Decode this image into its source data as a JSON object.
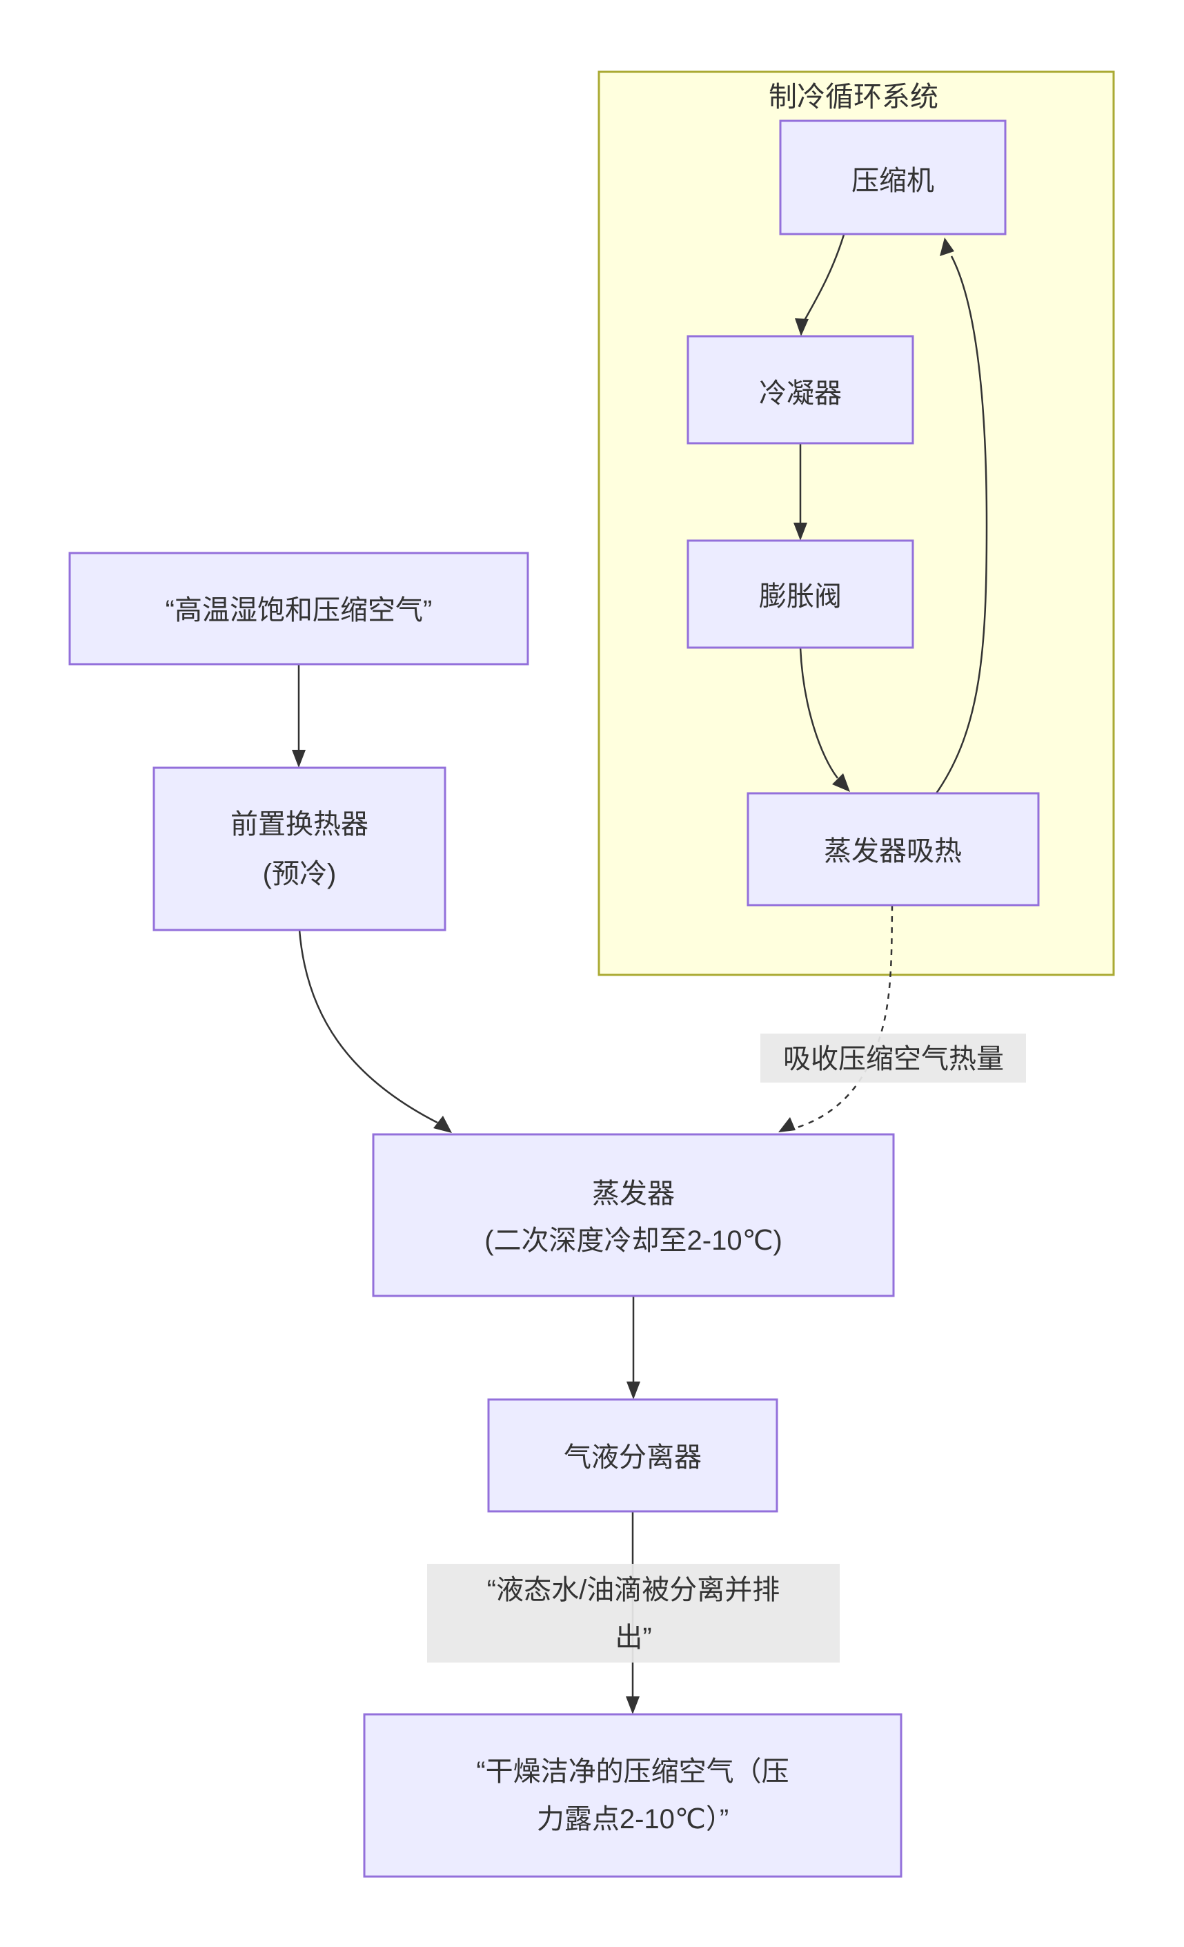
{
  "diagram": {
    "type": "flowchart",
    "background_color": "#ffffff",
    "edge_color": "#333333",
    "label_bg_color": "#e8e8e8",
    "cluster": {
      "title": "制冷循环系统",
      "fill": "#ffffde",
      "border_color": "#aaaa33"
    },
    "node_style": {
      "fill": "#ECECFF",
      "border_color": "#9370DB",
      "text_color": "#333333"
    },
    "nodes": {
      "compressor": {
        "label": "压缩机"
      },
      "condenser": {
        "label": "冷凝器"
      },
      "expansion_valve": {
        "label": "膨胀阀"
      },
      "evaporator_heat": {
        "label": "蒸发器吸热"
      },
      "hot_air": {
        "label": "“高温湿饱和压缩空气”"
      },
      "pre_cooler": {
        "line1": "前置换热器",
        "line2": "(预冷)"
      },
      "evaporator": {
        "line1": "蒸发器",
        "line2": "(二次深度冷却至2-10℃)"
      },
      "separator": {
        "label": "气液分离器"
      },
      "dry_air": {
        "line1": "“干燥洁净的压缩空气（压",
        "line2": "力露点2-10℃）”"
      }
    },
    "edge_labels": {
      "absorb_heat": {
        "label": "吸收压缩空气热量"
      },
      "drain": {
        "line1": "“液态水/油滴被分离并排",
        "line2": "出”"
      }
    }
  }
}
